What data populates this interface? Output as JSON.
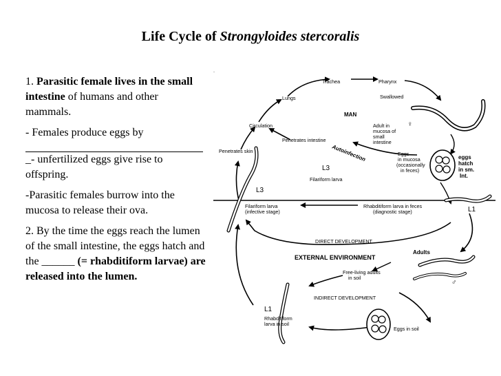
{
  "title": {
    "plain": "Life Cycle of ",
    "italic": "Strongyloides stercoralis"
  },
  "text": {
    "p1_num": "1.  ",
    "p1_bold": "Parasitic female lives in the small intestine",
    "p1_rest": " of humans and other mammals.",
    "p2_a": "- Females produce eggs by",
    "p2_b": "_-  unfertilized eggs give rise to offspring.",
    "p3": "-Parasitic females burrow into the mucosa to release their ova.",
    "p4_a": "2.  By the time the eggs reach the lumen of the small intestine, the eggs hatch and the ______",
    "p4_bold": "(= rhabditiform larvae) are released into the lumen."
  },
  "diagram": {
    "trachea": "Trachea",
    "pharynx": "Pharynx",
    "lungs": "Lungs",
    "swallowed": "Swallowed",
    "man": "MAN",
    "circulation": "Circulation",
    "adult_l1": "Adult in",
    "adult_l2": "mucosa of",
    "adult_l3": "small",
    "adult_l4": "intestine",
    "female_symbol": "♀",
    "penetrates_intestine": "Penetrates intestine",
    "autoinfection": "Autoinfection",
    "penetrates_skin": "Penetrates skin",
    "eggs_mucosa_l1": "Eggs",
    "eggs_mucosa_l2": "in mucosa",
    "eggs_mucosa_l3": "(occasionally",
    "eggs_mucosa_l4": "in feces)",
    "eggs_hatch_l1": "eggs",
    "eggs_hatch_l2": "hatch",
    "eggs_hatch_l3": "in sm.",
    "eggs_hatch_l4": "Int.",
    "l3_upper": "L3",
    "filariform_larva": "Filariform larva",
    "l3_left": "L3",
    "filariform_infective_l1": "Filariform larva",
    "filariform_infective_l2": "(infective stage)",
    "rhabditiform_feces_l1": "Rhabditiform larva in feces",
    "rhabditiform_feces_l2": "(diagnostic stage)",
    "l1_right": "L1",
    "direct_development": "DIRECT DEVELOPMENT",
    "external_environment": "EXTERNAL ENVIRONMENT",
    "adults": "Adults",
    "free_living_l1": "Free-living adults",
    "free_living_l2": "in soil",
    "male_symbol": "♂",
    "indirect_development": "INDIRECT DEVELOPMENT",
    "l1_lower": "L1",
    "rhabditiform_soil_l1": "Rhabditiform",
    "rhabditiform_soil_l2": "larva in soil",
    "eggs_soil": "Eggs in soil"
  }
}
